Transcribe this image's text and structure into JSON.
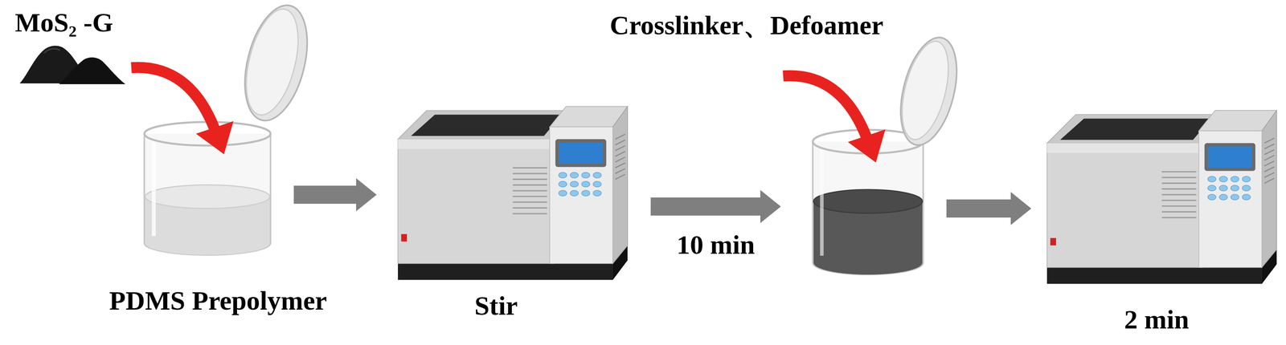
{
  "diagram": {
    "nodes": [
      {
        "text": [
          "PDMS Prepolymer"
        ]
      },
      {
        "text": [
          "Stir"
        ]
      },
      {
        "text": [
          "Crosslinker、Defoamer"
        ]
      },
      {
        "text": [
          "2 min"
        ]
      }
    ],
    "edges": [
      {
        "from": 0,
        "to": 1,
        "arrow": "to"
      },
      {
        "from": 1,
        "to": 2,
        "label": "10 min",
        "arrow": "to"
      },
      {
        "from": 2,
        "to": 3,
        "arrow": "to"
      }
    ],
    "labels": [
      "MoS₂ -G"
    ]
  }
}
